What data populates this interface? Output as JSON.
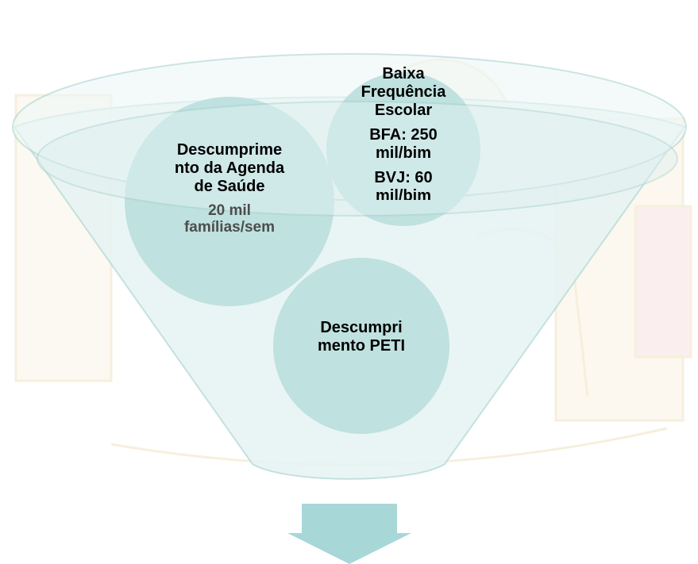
{
  "diagram": {
    "funnel_inputs": [
      {
        "title_lines": [
          "Descumprime",
          "nto da Agenda",
          "de Saúde"
        ],
        "detail_lines": [
          "20 mil",
          "famílias/sem"
        ]
      },
      {
        "title_lines": [
          "Baixa",
          "Frequência",
          "Escolar"
        ],
        "detail_lines": [
          "BFA: 250",
          "mil/bim",
          "BVJ: 60",
          "mil/bim"
        ]
      },
      {
        "title_lines": [
          "Descumpri",
          "mento PETI"
        ],
        "detail_lines": []
      }
    ],
    "arrow": "down-arrow"
  },
  "colors": {
    "funnel_fill": "#e6f4f3",
    "funnel_stroke": "#b9dcd9",
    "circle_fill": "#bfe1e0",
    "arrow_fill": "#a8d7d8",
    "background_figures": "#f6e9c8"
  }
}
